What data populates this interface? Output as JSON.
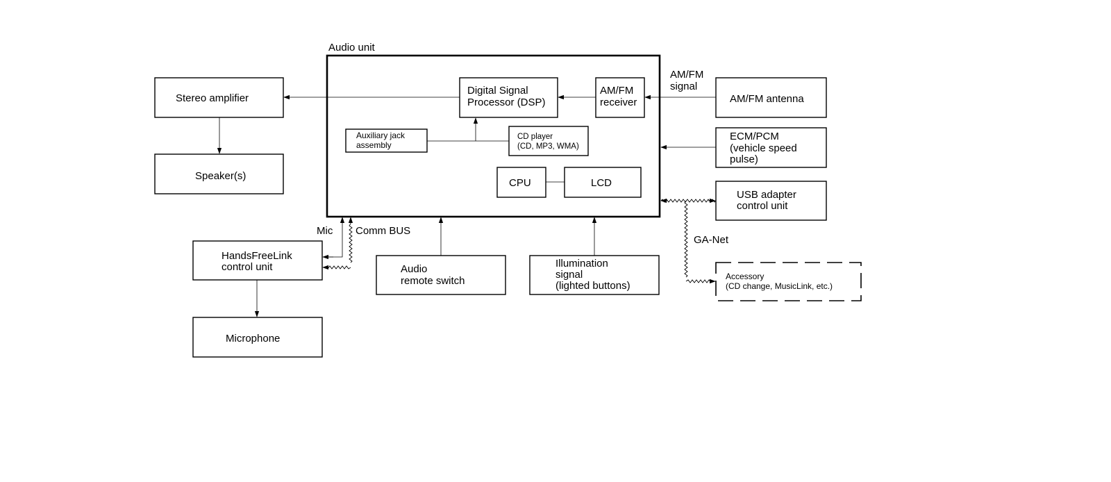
{
  "diagram": {
    "audio_unit": "Audio unit",
    "blocks": {
      "stereo_amplifier": "Stereo amplifier",
      "speakers": "Speaker(s)",
      "dsp": [
        "Digital Signal",
        "Processor (DSP)"
      ],
      "amfm_receiver": [
        "AM/FM",
        "receiver"
      ],
      "aux_jack": [
        "Auxiliary jack",
        "assembly"
      ],
      "cd_player": [
        "CD player",
        "(CD, MP3, WMA)"
      ],
      "cpu": "CPU",
      "lcd": "LCD",
      "amfm_antenna": "AM/FM antenna",
      "ecm_pcm": [
        "ECM/PCM",
        "(vehicle speed",
        "pulse)"
      ],
      "usb_adapter": [
        "USB adapter",
        "control unit"
      ],
      "accessory": [
        "Accessory",
        "(CD change, MusicLink, etc.)"
      ],
      "handsfreelink": [
        "HandsFreeLink",
        "control unit"
      ],
      "microphone": "Microphone",
      "audio_remote": [
        "Audio",
        "remote switch"
      ],
      "illumination": [
        "Illumination",
        "signal",
        "(lighted buttons)"
      ]
    },
    "signal_labels": {
      "amfm_signal": [
        "AM/FM",
        "signal"
      ],
      "mic": "Mic",
      "comm_bus": "Comm BUS",
      "ga_net": "GA-Net"
    }
  }
}
